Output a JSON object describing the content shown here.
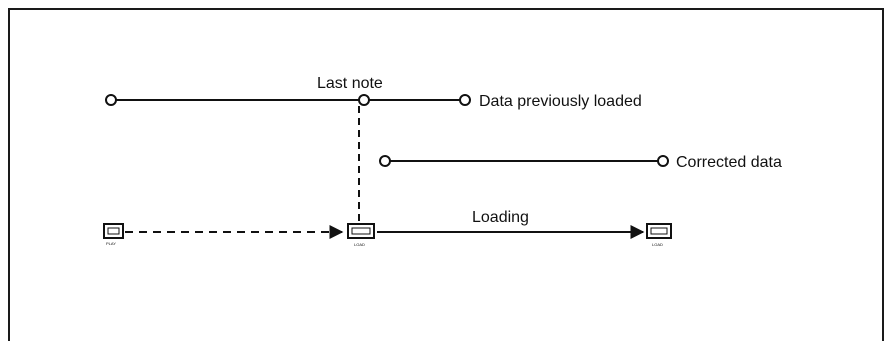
{
  "diagram": {
    "labels": {
      "last_note": "Last note",
      "data_previously_loaded": "Data previously loaded",
      "corrected_data": "Corrected data",
      "loading": "Loading"
    },
    "buttons": [
      {
        "name": "play-button-icon",
        "caption": "PLAY"
      },
      {
        "name": "load-button-icon-start",
        "caption": "LOAD"
      },
      {
        "name": "load-button-icon-end",
        "caption": "LOAD"
      }
    ],
    "colors": {
      "line": "#111111",
      "background": "#ffffff"
    }
  }
}
